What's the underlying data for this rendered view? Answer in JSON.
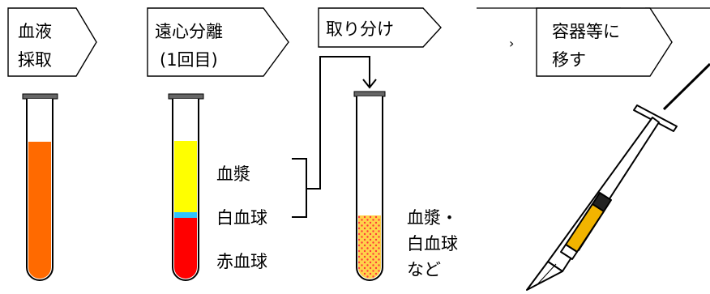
{
  "steps": [
    {
      "lines": [
        "血液",
        "採取"
      ]
    },
    {
      "lines": [
        "遠心分離",
        "(1回目)"
      ]
    },
    {
      "lines": [
        "取り分け"
      ]
    },
    {
      "lines": [
        "容器等に",
        "移す"
      ]
    }
  ],
  "small_mark": "›",
  "layer_labels": {
    "plasma": "血漿",
    "white_blood_cells": "白血球",
    "red_blood_cells": "赤血球"
  },
  "collected_label": [
    "血漿・",
    "白血球",
    "など"
  ],
  "colors": {
    "blood": "#ff6a00",
    "plasma": "#ffff00",
    "buffy_coat": "#2ec4ff",
    "red_cells": "#ff0000",
    "collected_fill": "#ffd24a",
    "collected_dots": "#ff3b3b",
    "syringe_fill": "#f2b400",
    "outline": "#000000"
  }
}
